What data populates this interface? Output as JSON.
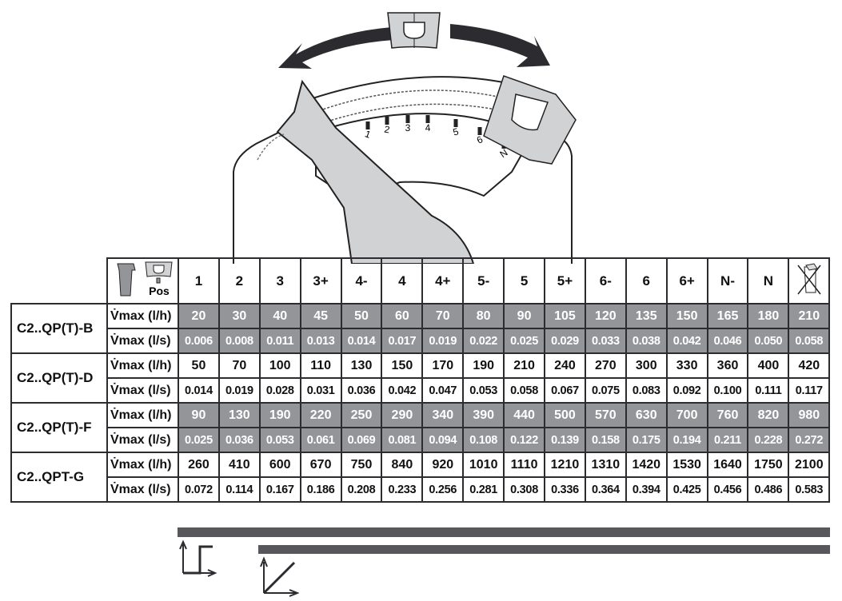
{
  "illustration": {
    "scale_marks": [
      "1",
      "2",
      "3",
      "4",
      "5",
      "6",
      "N"
    ]
  },
  "table": {
    "pos_label": "Pos",
    "positions": [
      "1",
      "2",
      "3",
      "3+",
      "4-",
      "4",
      "4+",
      "5-",
      "5",
      "5+",
      "6-",
      "6",
      "6+",
      "N-",
      "N"
    ],
    "last_column_icon": "limiter-removed-icon",
    "units": {
      "lh": "V̇max (l/h)",
      "ls": "V̇max (l/s)"
    },
    "models": [
      {
        "name": "C2..QP(T)-B",
        "shaded": true,
        "lh": [
          "20",
          "30",
          "40",
          "45",
          "50",
          "60",
          "70",
          "80",
          "90",
          "105",
          "120",
          "135",
          "150",
          "165",
          "180",
          "210"
        ],
        "ls": [
          "0.006",
          "0.008",
          "0.011",
          "0.013",
          "0.014",
          "0.017",
          "0.019",
          "0.022",
          "0.025",
          "0.029",
          "0.033",
          "0.038",
          "0.042",
          "0.046",
          "0.050",
          "0.058"
        ]
      },
      {
        "name": "C2..QP(T)-D",
        "shaded": false,
        "lh": [
          "50",
          "70",
          "100",
          "110",
          "130",
          "150",
          "170",
          "190",
          "210",
          "240",
          "270",
          "300",
          "330",
          "360",
          "400",
          "420"
        ],
        "ls": [
          "0.014",
          "0.019",
          "0.028",
          "0.031",
          "0.036",
          "0.042",
          "0.047",
          "0.053",
          "0.058",
          "0.067",
          "0.075",
          "0.083",
          "0.092",
          "0.100",
          "0.111",
          "0.117"
        ]
      },
      {
        "name": "C2..QP(T)-F",
        "shaded": true,
        "lh": [
          "90",
          "130",
          "190",
          "220",
          "250",
          "290",
          "340",
          "390",
          "440",
          "500",
          "570",
          "630",
          "700",
          "760",
          "820",
          "980"
        ],
        "ls": [
          "0.025",
          "0.036",
          "0.053",
          "0.061",
          "0.069",
          "0.081",
          "0.094",
          "0.108",
          "0.122",
          "0.139",
          "0.158",
          "0.175",
          "0.194",
          "0.211",
          "0.228",
          "0.272"
        ]
      },
      {
        "name": "C2..QPT-G",
        "shaded": false,
        "lh": [
          "260",
          "410",
          "600",
          "670",
          "750",
          "840",
          "920",
          "1010",
          "1110",
          "1210",
          "1310",
          "1420",
          "1530",
          "1640",
          "1750",
          "2100"
        ],
        "ls": [
          "0.072",
          "0.114",
          "0.167",
          "0.186",
          "0.208",
          "0.233",
          "0.256",
          "0.281",
          "0.308",
          "0.336",
          "0.364",
          "0.394",
          "0.425",
          "0.456",
          "0.486",
          "0.583"
        ]
      }
    ]
  },
  "legend": {
    "characteristics": [
      "on-off-characteristic-icon",
      "linear-characteristic-icon"
    ]
  },
  "colors": {
    "shade": "#939598",
    "border": "#2b2b30",
    "bar": "#58585c"
  }
}
